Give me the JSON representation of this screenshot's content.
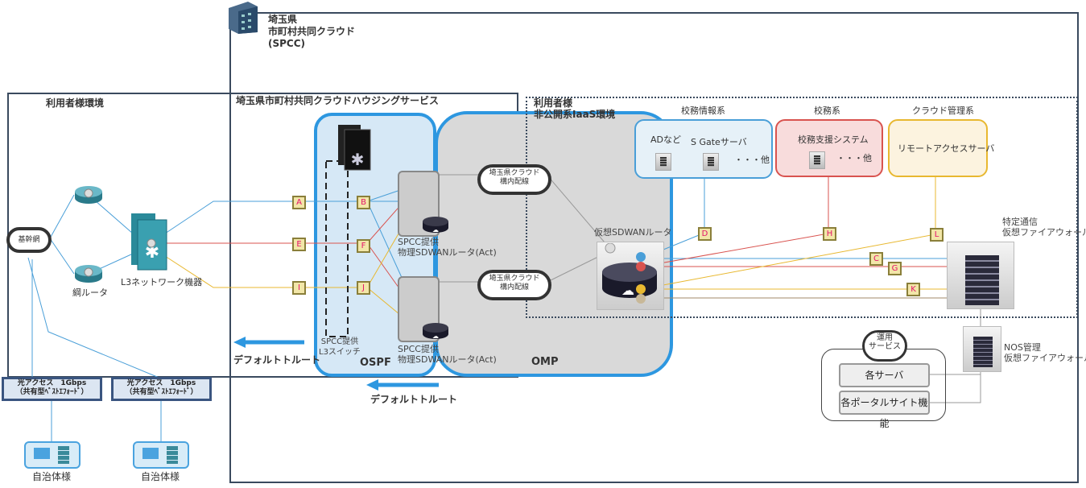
{
  "title": {
    "line1": "埼玉県",
    "line2": "市町村共同クラウド",
    "line3": "(SPCC)"
  },
  "zones": {
    "user_env": "利用者様環境",
    "housing": "埼玉県市町村共同クラウドハウジングサービス",
    "iaas_line1": "利用者様",
    "iaas_line2": "非公開系IaaS環境",
    "ospf": "OSPF",
    "omp": "OMP"
  },
  "left": {
    "backbone": "基幹網",
    "router": "綱ルータ",
    "l3": "L3ネットワーク機器"
  },
  "access": [
    {
      "line1": "光アクセス　1Gbps",
      "line2": "（共有型ﾍﾞｽﾄｴﾌｫｰﾄﾞ）"
    },
    {
      "line1": "光アクセス　1Gbps",
      "line2": "（共有型ﾍﾞｽﾄｴﾌｫｰﾄﾞ）"
    }
  ],
  "clients": [
    "自治体様",
    "自治体様"
  ],
  "spcc": {
    "l3_line1": "SPCC提供",
    "l3_line2": "L3スイッチ",
    "sdwan1_line1": "SPCC提供",
    "sdwan1_line2": "物理SDWANルータ(Act)",
    "sdwan2_line1": "SPCC提供",
    "sdwan2_line2": "物理SDWANルータ(Act)"
  },
  "clouds": {
    "c1_line1": "埼玉県クラウド",
    "c1_line2": "構内配線",
    "c2_line1": "埼玉県クラウド",
    "c2_line2": "構内配線",
    "ops_line1": "運用",
    "ops_line2": "サービス"
  },
  "default_route": [
    "デフォルトトルート",
    "デフォルトトルート"
  ],
  "labels": {
    "A": "A",
    "B": "B",
    "C": "C",
    "D": "D",
    "E": "E",
    "F": "F",
    "G": "G",
    "H": "H",
    "I": "I",
    "J": "J",
    "K": "K",
    "L": "L"
  },
  "services": {
    "blue_header": "校務情報系",
    "blue_item1": "ADなど",
    "blue_item2": "S Gateサーバ",
    "blue_more": "・・・他",
    "red_header": "校務系",
    "red_item1": "校務支援システム",
    "red_more": "・・・他",
    "yellow_header": "クラウド管理系",
    "yellow_item1": "リモートアクセスサーバ"
  },
  "vrouter": "仮想SDWANルータ",
  "fw": {
    "line1": "特定通信",
    "line2": "仮想ファイアウォール"
  },
  "nos": {
    "line1": "NOS管理",
    "line2": "仮想ファイアウォール"
  },
  "ops": {
    "servers": "各サーバ",
    "portal": "各ポータルサイト機能"
  },
  "colors": {
    "blue": "#4a9fd8",
    "red": "#d9534f",
    "yellow": "#e8b830",
    "brown": "#a08a6a"
  }
}
